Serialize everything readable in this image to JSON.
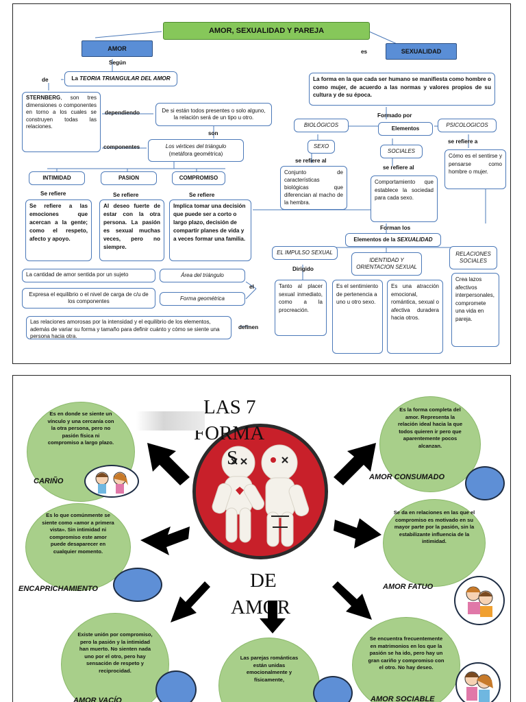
{
  "panel1": {
    "title": "AMOR, SEXUALIDAD Y PAREJA",
    "amor": {
      "label": "AMOR",
      "segun": "Según",
      "de": "de",
      "teoria_prefix": "La",
      "teoria_title": "TEORIA TRIANGULAR DEL AMOR",
      "sternberg_name": "STERNBERG",
      "sternberg_text": ", son tres dimensiones o componentes en torno a los cuales se construyen todas las relaciones.",
      "dependiendo": "dependiendo",
      "dependiendo_text": "De si están todos presentes o solo alguno, la relación será de un tipo u otro.",
      "son": "son",
      "componentes": "componentes",
      "vertices_title": "Los vértices del triángulo",
      "vertices_sub": "(metáfora geométrica)",
      "components": [
        {
          "name": "INTIMIDAD",
          "refiere": "Se refiere",
          "text": "Se refiere a las emociones que acercan a la gente; como el respeto, afecto y apoyo."
        },
        {
          "name": "PASION",
          "refiere": "Se refiere",
          "text": "Al deseo fuerte de estar con la otra persona. La pasión es sexual muchas veces, pero no siempre."
        },
        {
          "name": "COMPROMISO",
          "refiere": "Se refiere",
          "text": "Implica tomar una decisión que puede ser a corto o largo plazo, decisión de compartir planes de vida y a veces formar una familia."
        }
      ],
      "cantidad": "La cantidad de amor sentida por un sujeto",
      "area": "Área del triángulo",
      "expresa": "Expresa el equilibrio o el nivel de carga de c/u de los componentes",
      "forma": "Forma geométrica",
      "el": "el",
      "relaciones_text": "Las relaciones amorosas por la intensidad y el equilibrio de los elementos, además de variar su forma y tamaño para definir cuánto y cómo se siente una persona hacia otra.",
      "definen": "definen"
    },
    "sexualidad": {
      "es": "es",
      "label": "SEXUALIDAD",
      "definition": "La forma en la que cada ser humano se manifiesta como hombre o como mujer, de acuerdo a las normas y valores propios de su cultura y de su época.",
      "formado_por": "Formado por",
      "elementos": "Elementos",
      "biologicos": "BIOLÓGICOS",
      "psicologicos": "PSICOLOGICOS",
      "sexo": "SEXO",
      "sociales": "SOCIALES",
      "se_refiere_al_1": "se refiere al",
      "se_refiere_al_2": "se refiere al",
      "se_refiere_a": "se refiere a",
      "sexo_text": "Conjunto de características biológicas que diferencian al macho de la hembra.",
      "sociales_text": "Comportamiento que establece la sociedad para cada sexo.",
      "psico_text": "Cómo es el sentirse y pensarse como hombre o mujer.",
      "forman_los": "Forman los",
      "elementos_sexualidad_prefix": "Elementos de la",
      "elementos_sexualidad_word": "SEXUALIDAD",
      "impulso": "EL IMPULSO SEXUAL",
      "dirigido": "Dirigido",
      "impulso_text": "Tanto al placer sexual inmediato, como a la procreación.",
      "identidad": "IDENTIDAD Y ORIENTACION SEXUAL",
      "identidad_text": "Es el sentimiento de pertenencia a uno u otro sexo.",
      "orientacion_text": "Es una atracción emocional, romántica, sexual o afectiva duradera hacia otros.",
      "relaciones": "RELACIONES SOCIALES",
      "relaciones_text": "Crea lazos afectivos interpersonales, compromete una vida en pareja."
    }
  },
  "panel2": {
    "title_words": [
      "LAS 7",
      "FORMA",
      "S",
      "DE",
      "AMOR"
    ],
    "forms": [
      {
        "name": "CARIÑO",
        "text": "Es en donde se siente un vínculo y una cercanía con la otra persona, pero no pasión física ni compromiso a largo plazo."
      },
      {
        "name": "AMOR CONSUMADO",
        "text": "Es la forma completa del amor. Representa la relación ideal hacia la que todos quieren ir pero que aparentemente pocos alcanzan."
      },
      {
        "name": "ENCAPRICHAMIENTO",
        "text": "Es lo que comúnmente se siente como «amor a primera vista». Sin intimidad ni compromiso este amor puede desaparecer en cualquier momento."
      },
      {
        "name": "AMOR FATUO",
        "text": "Se da en relaciones en las que el compromiso es motivado en su mayor parte por la pasión, sin la estabilizante influencia de la intimidad."
      },
      {
        "name": "AMOR VACÍO",
        "text": "Existe unión por compromiso, pero la pasión y la intimidad han muerto. No sienten nada uno por el otro, pero hay sensación de respeto y reciprocidad."
      },
      {
        "name": "",
        "text": "Las parejas románticas están unidas emocionalmente y físicamente,"
      },
      {
        "name": "AMOR SOCIABLE",
        "text": "Se encuentra frecuentemente en matrimonios en los que la pasión se ha ido, pero hay un gran cariño y compromiso con el otro. No hay deseo."
      }
    ],
    "colors": {
      "circle": "#a8cf8a",
      "blue": "#5e8fd6",
      "photo_bg": "#c8202a"
    }
  }
}
